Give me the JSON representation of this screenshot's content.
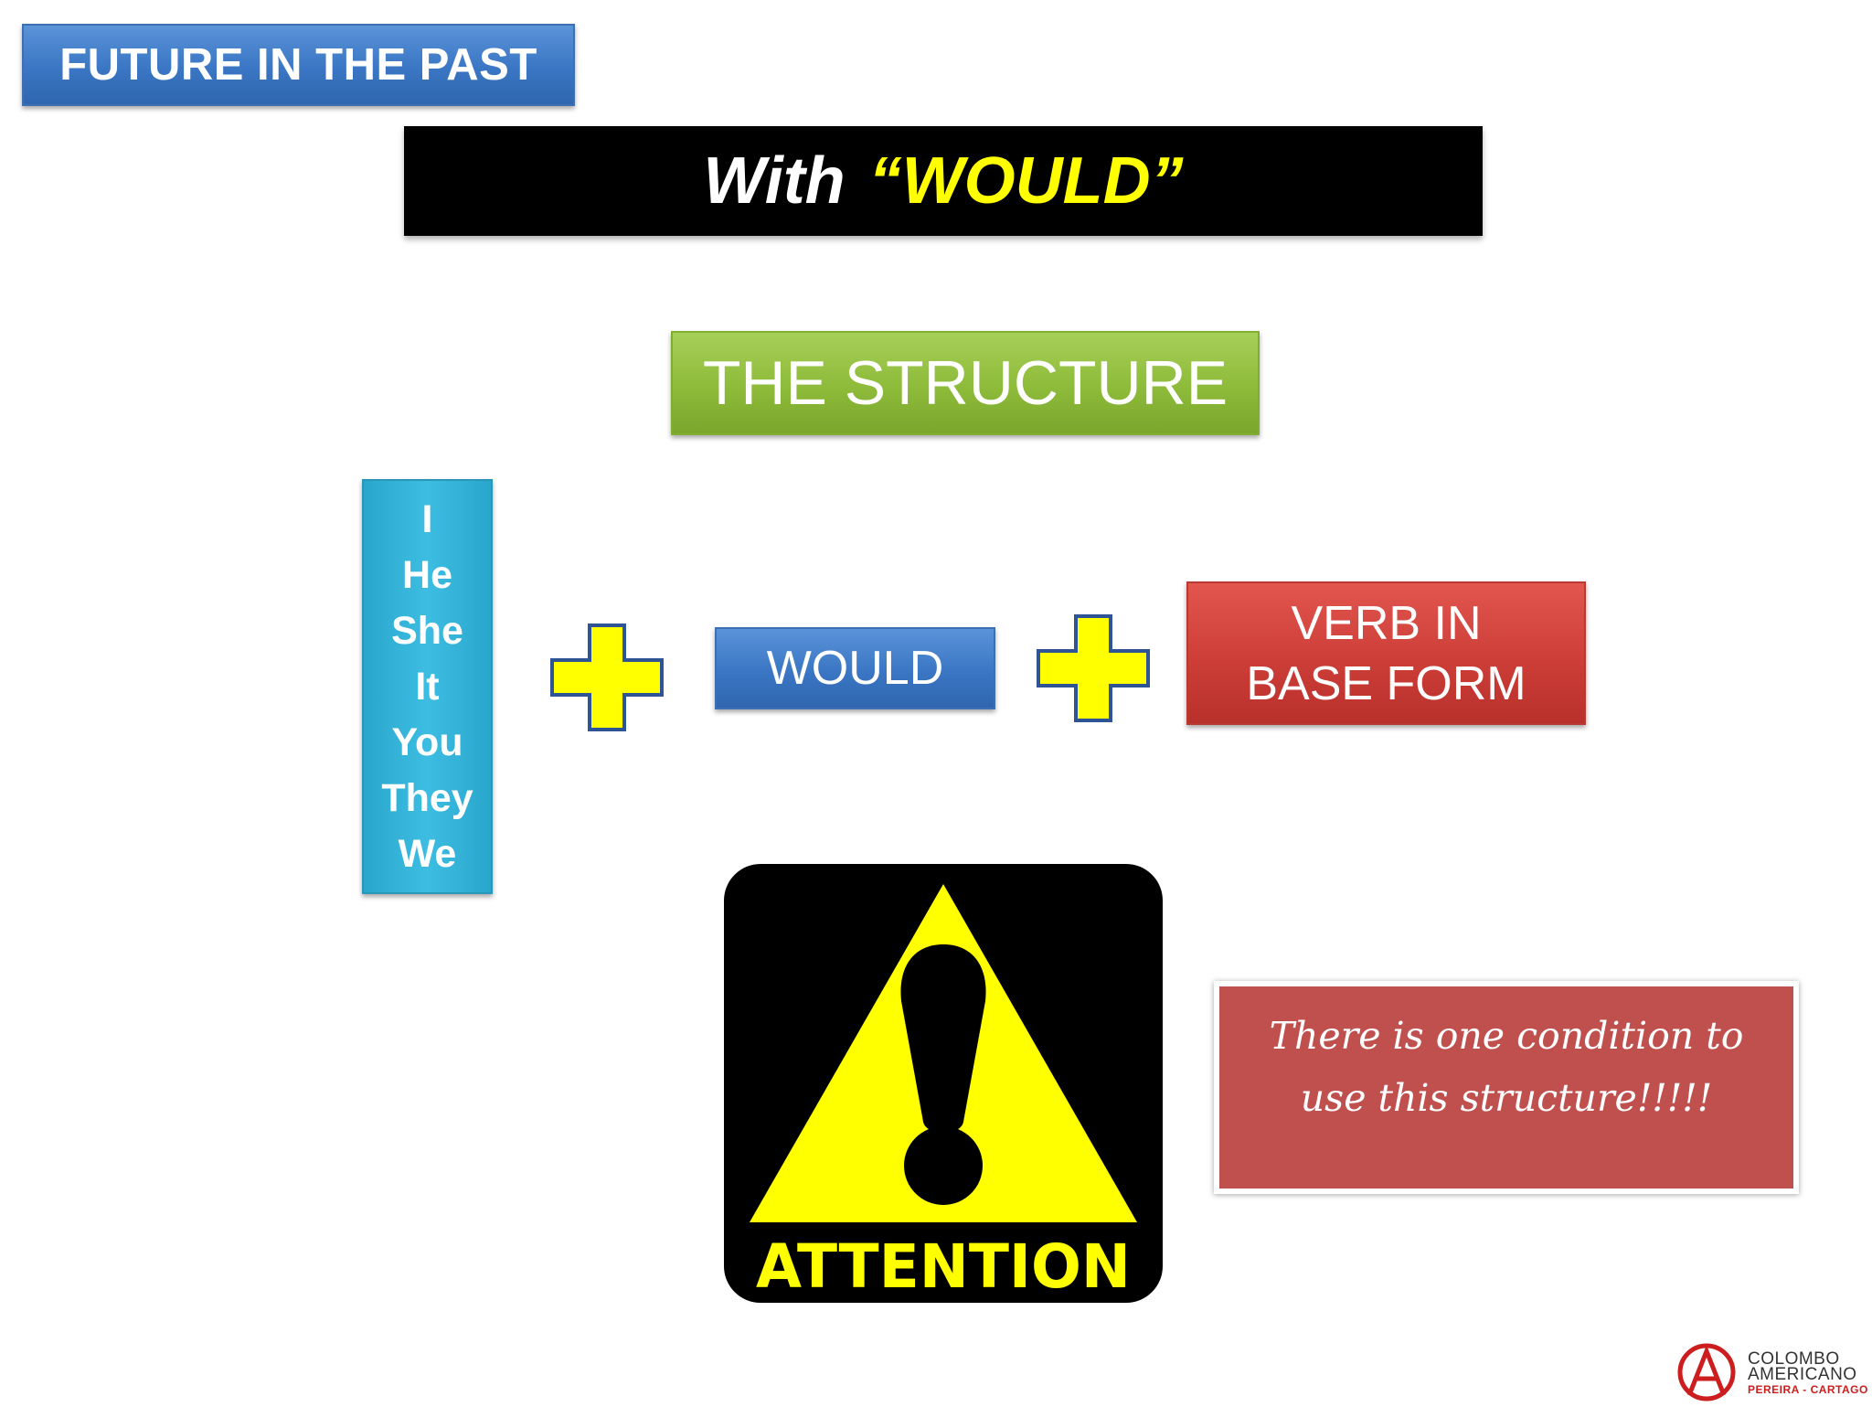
{
  "title": "FUTURE IN THE PAST",
  "subtitle": {
    "part1": "With",
    "part2": "“WOULD”"
  },
  "structure_label": "THE STRUCTURE",
  "pronouns": [
    "I",
    "He",
    "She",
    "It",
    "You",
    "They",
    "We"
  ],
  "would_label": "WOULD",
  "verb_label": "VERB IN BASE FORM",
  "attention_label": "ATTENTION",
  "condition_text": "There is one condition to use this structure!!!!!",
  "logo": {
    "line1": "COLOMBO",
    "line2": "AMERICANO",
    "line3": "PEREIRA - CARTAGO"
  },
  "colors": {
    "title_blue": "#3a76c4",
    "subtitle_yellow": "#ffff00",
    "structure_green": "#8ebb3a",
    "pronoun_cyan": "#3dbde2",
    "plus_yellow": "#ffff00",
    "verb_red": "#cd3e38",
    "condition_red": "#c0504d"
  },
  "icons": [
    "plus-icon",
    "attention-warning-icon",
    "colombo-americano-logo"
  ]
}
